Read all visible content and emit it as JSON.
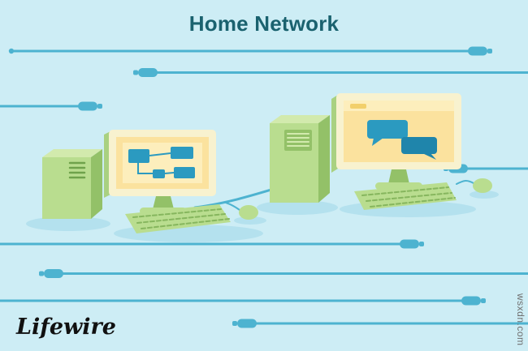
{
  "page": {
    "title": "Home Network"
  },
  "branding": {
    "logo_text": "Lifewire",
    "watermark_text": "wsxdn.com"
  },
  "illustration": {
    "alt": "Two green desktop computers (towers, monitors, keyboards, mice) connected by a network cable, with decorative cable lines in the background",
    "left_computer_screen": "flowchart-diagram",
    "right_computer_screen": "chat-bubbles",
    "colors": {
      "background": "#cdedf5",
      "cable_blue": "#4db3d0",
      "title_teal": "#1a626f",
      "computer_green": "#b9dd8f",
      "computer_green_light": "#d2eaad",
      "computer_green_dark": "#93c168",
      "detail_green": "#6fa24b",
      "key_green": "#86b65e",
      "monitor_cream": "#f8f2cf",
      "monitor_side_green": "#a9d181",
      "screen_yellow": "#fbe29e",
      "screen_panel": "#fdeebc",
      "screen_blue": "#2b9ac0",
      "screen_blue_dark": "#1f85ab",
      "accent_yellow": "#f2cf6b",
      "shadow_blue": "#b4e1ee",
      "logo_black": "#111111",
      "watermark_gray": "#707070"
    }
  }
}
